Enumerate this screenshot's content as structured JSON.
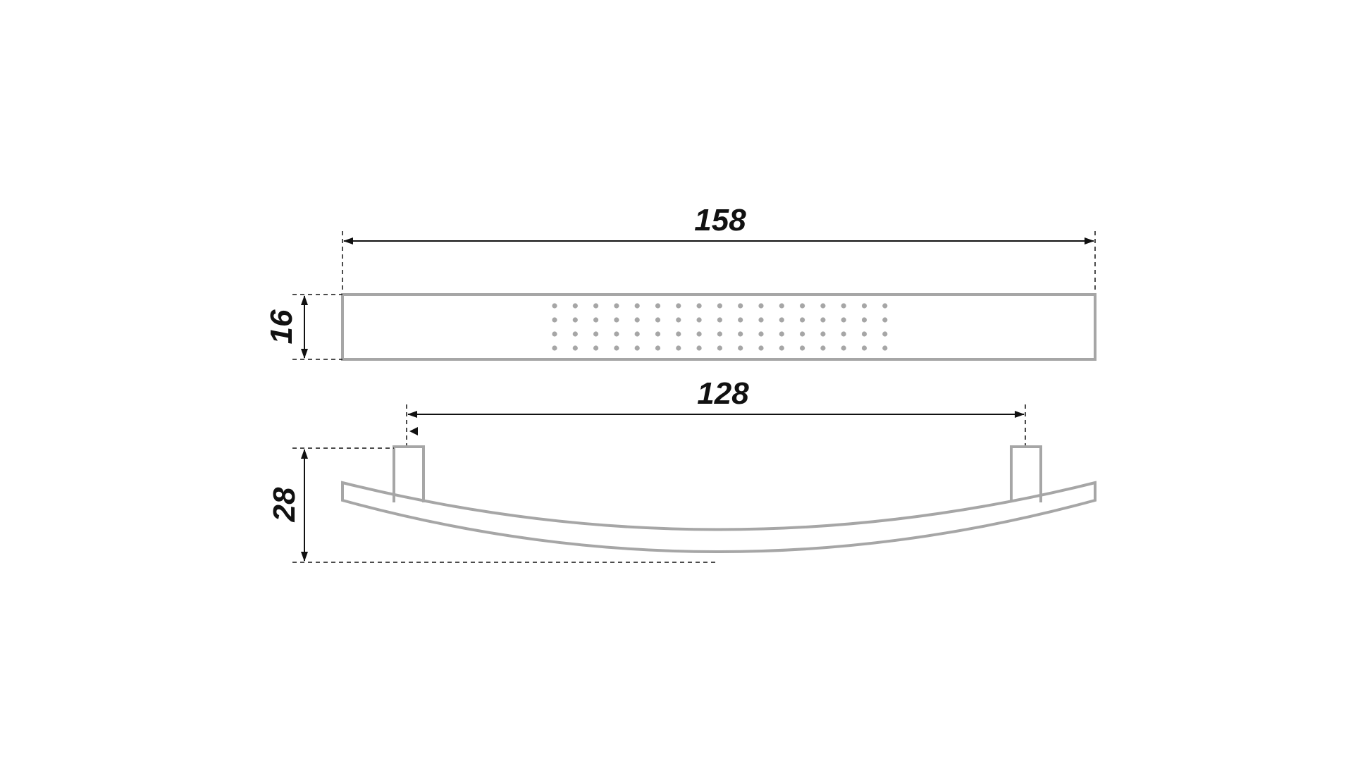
{
  "drawing": {
    "dimensions": {
      "overall_length": "158",
      "height": "16",
      "hole_spacing": "128",
      "side_height": "28"
    },
    "colors": {
      "outline": "#a6a6a6",
      "dimension": "#111111",
      "background": "#ffffff"
    },
    "dot_pattern": {
      "columns": 17,
      "rows": 4
    }
  }
}
